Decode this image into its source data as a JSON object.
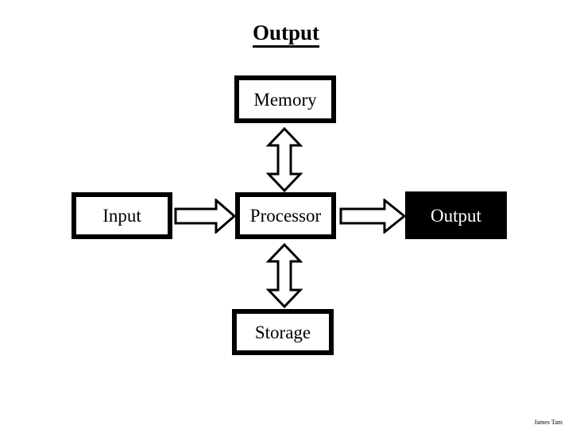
{
  "slide": {
    "title": "Output",
    "background_color": "#ffffff",
    "foreground_color": "#000000",
    "credit": "James Tam"
  },
  "diagram": {
    "nodes": [
      {
        "id": "memory",
        "label": "Memory",
        "fill": "#ffffff",
        "text_color": "#000000",
        "highlighted": false
      },
      {
        "id": "input",
        "label": "Input",
        "fill": "#ffffff",
        "text_color": "#000000",
        "highlighted": false
      },
      {
        "id": "processor",
        "label": "Processor",
        "fill": "#ffffff",
        "text_color": "#000000",
        "highlighted": false
      },
      {
        "id": "output",
        "label": "Output",
        "fill": "#000000",
        "text_color": "#ffffff",
        "highlighted": true
      },
      {
        "id": "storage",
        "label": "Storage",
        "fill": "#ffffff",
        "text_color": "#000000",
        "highlighted": false
      }
    ],
    "connectors": [
      {
        "id": "memory-processor",
        "from": "memory",
        "to": "processor",
        "direction": "bidirectional",
        "orientation": "vertical"
      },
      {
        "id": "processor-storage",
        "from": "processor",
        "to": "storage",
        "direction": "bidirectional",
        "orientation": "vertical"
      },
      {
        "id": "input-processor",
        "from": "input",
        "to": "processor",
        "direction": "forward",
        "orientation": "horizontal"
      },
      {
        "id": "processor-output",
        "from": "processor",
        "to": "output",
        "direction": "forward",
        "orientation": "horizontal"
      }
    ]
  }
}
